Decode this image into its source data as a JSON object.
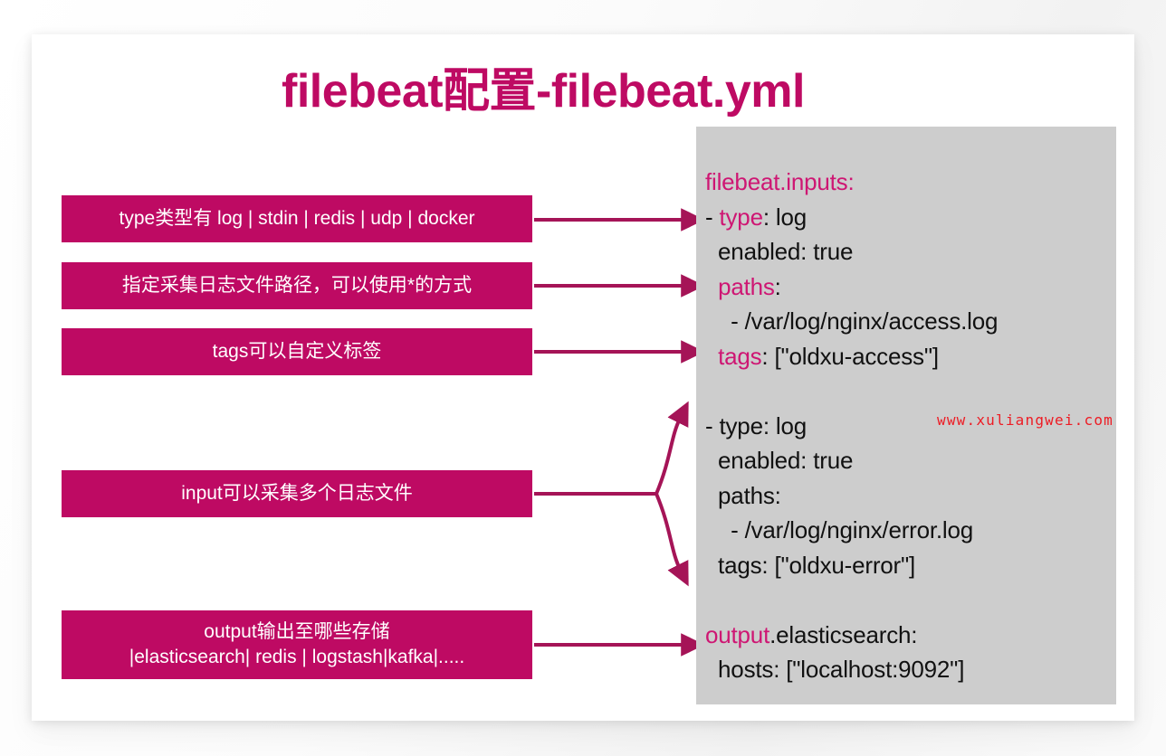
{
  "title": "filebeat配置-filebeat.yml",
  "theme": {
    "accent": "#BE0A63",
    "code_keyword": "#CE1673",
    "code_panel_bg": "#cdcdcd",
    "code_text": "#111111",
    "watermark_color": "#ED1C24",
    "card_bg": "#ffffff"
  },
  "labels": {
    "type": "type类型有 log | stdin | redis | udp | docker",
    "paths": "指定采集日志文件路径，可以使用*的方式",
    "tags": "tags可以自定义标签",
    "input": "input可以采集多个日志文件",
    "output": "output输出至哪些存储\n|elasticsearch| redis | logstash|kafka|....."
  },
  "code": {
    "lines": [
      {
        "id": "filebeat-inputs",
        "segments": [
          {
            "text": "filebeat.inputs:",
            "style": "kw"
          }
        ]
      },
      {
        "id": "type-log-1",
        "segments": [
          {
            "text": "- ",
            "style": "plain"
          },
          {
            "text": "type",
            "style": "kw"
          },
          {
            "text": ": log",
            "style": "plain"
          }
        ]
      },
      {
        "id": "enabled-1",
        "segments": [
          {
            "text": "  enabled: true",
            "style": "plain"
          }
        ]
      },
      {
        "id": "paths-1",
        "segments": [
          {
            "text": "  ",
            "style": "plain"
          },
          {
            "text": "paths",
            "style": "kw"
          },
          {
            "text": ":",
            "style": "plain"
          }
        ]
      },
      {
        "id": "access-log-path",
        "segments": [
          {
            "text": "    - /var/log/nginx/access.log",
            "style": "plain"
          }
        ]
      },
      {
        "id": "tags-1",
        "segments": [
          {
            "text": "  ",
            "style": "plain"
          },
          {
            "text": "tags",
            "style": "kw"
          },
          {
            "text": ": [\"oldxu-access\"]",
            "style": "plain"
          }
        ]
      },
      {
        "id": "spacer-1",
        "segments": [
          {
            "text": " ",
            "style": "blank"
          }
        ]
      },
      {
        "id": "type-log-2",
        "segments": [
          {
            "text": "- type: log",
            "style": "plain"
          }
        ]
      },
      {
        "id": "enabled-2",
        "segments": [
          {
            "text": "  enabled: true",
            "style": "plain"
          }
        ]
      },
      {
        "id": "paths-2",
        "segments": [
          {
            "text": "  paths:",
            "style": "plain"
          }
        ]
      },
      {
        "id": "error-log-path",
        "segments": [
          {
            "text": "    - /var/log/nginx/error.log",
            "style": "plain"
          }
        ]
      },
      {
        "id": "tags-2",
        "segments": [
          {
            "text": "  tags: [\"oldxu-error\"]",
            "style": "plain"
          }
        ]
      },
      {
        "id": "spacer-2",
        "segments": [
          {
            "text": " ",
            "style": "blank"
          }
        ]
      },
      {
        "id": "output-elasticsearch",
        "segments": [
          {
            "text": "output",
            "style": "kw"
          },
          {
            "text": ".elasticsearch:",
            "style": "plain"
          }
        ]
      },
      {
        "id": "hosts",
        "segments": [
          {
            "text": "  hosts: [\"localhost:9092\"]",
            "style": "plain"
          }
        ]
      }
    ]
  },
  "watermark": "www.xuliangwei.com"
}
